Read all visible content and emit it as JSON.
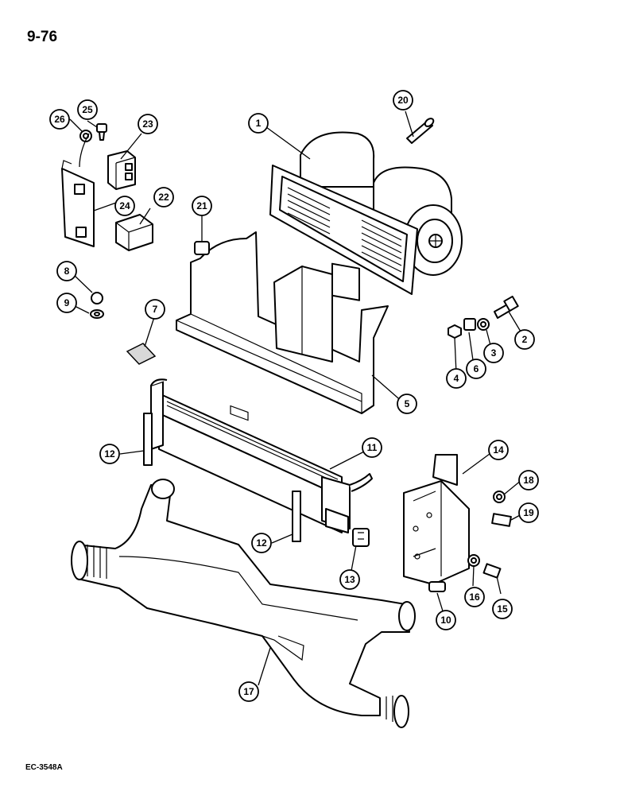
{
  "page_number": "9-76",
  "reference_code": "EC-3548A",
  "callouts": [
    {
      "id": "1",
      "label": "1"
    },
    {
      "id": "2",
      "label": "2"
    },
    {
      "id": "3",
      "label": "3"
    },
    {
      "id": "4",
      "label": "4"
    },
    {
      "id": "5",
      "label": "5"
    },
    {
      "id": "6",
      "label": "6"
    },
    {
      "id": "7",
      "label": "7"
    },
    {
      "id": "8",
      "label": "8"
    },
    {
      "id": "9",
      "label": "9"
    },
    {
      "id": "10",
      "label": "10"
    },
    {
      "id": "11",
      "label": "11"
    },
    {
      "id": "12a",
      "label": "12"
    },
    {
      "id": "12b",
      "label": "12"
    },
    {
      "id": "13",
      "label": "13"
    },
    {
      "id": "14",
      "label": "14"
    },
    {
      "id": "15",
      "label": "15"
    },
    {
      "id": "16",
      "label": "16"
    },
    {
      "id": "17",
      "label": "17"
    },
    {
      "id": "18",
      "label": "18"
    },
    {
      "id": "19",
      "label": "19"
    },
    {
      "id": "20",
      "label": "20"
    },
    {
      "id": "21",
      "label": "21"
    },
    {
      "id": "22",
      "label": "22"
    },
    {
      "id": "23",
      "label": "23"
    },
    {
      "id": "24",
      "label": "24"
    },
    {
      "id": "25",
      "label": "25"
    },
    {
      "id": "26",
      "label": "26"
    }
  ]
}
